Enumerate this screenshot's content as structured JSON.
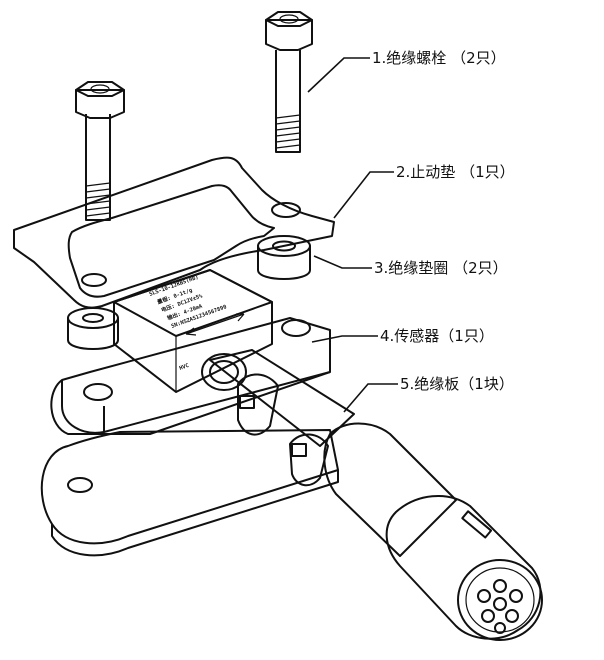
{
  "diagram": {
    "callouts": [
      {
        "id": "bolt",
        "text": "1.绝缘螺栓 （2只）"
      },
      {
        "id": "washer-plate",
        "text": "2.止动垫 （1只）"
      },
      {
        "id": "washer",
        "text": "3.绝缘垫圈 （2只）"
      },
      {
        "id": "sensor",
        "text": "4.传感器（1只）"
      },
      {
        "id": "plate",
        "text": "5.绝缘板（1块）"
      }
    ],
    "sensor_label": {
      "lines": [
        "SLS-10-12KBS(HB)",
        "量程: 0-1t/g",
        "电压: DC12V±5%",
        "输出: 4-20mA",
        "SN:NSZAS1234567890"
      ],
      "mark": "HVC"
    }
  }
}
